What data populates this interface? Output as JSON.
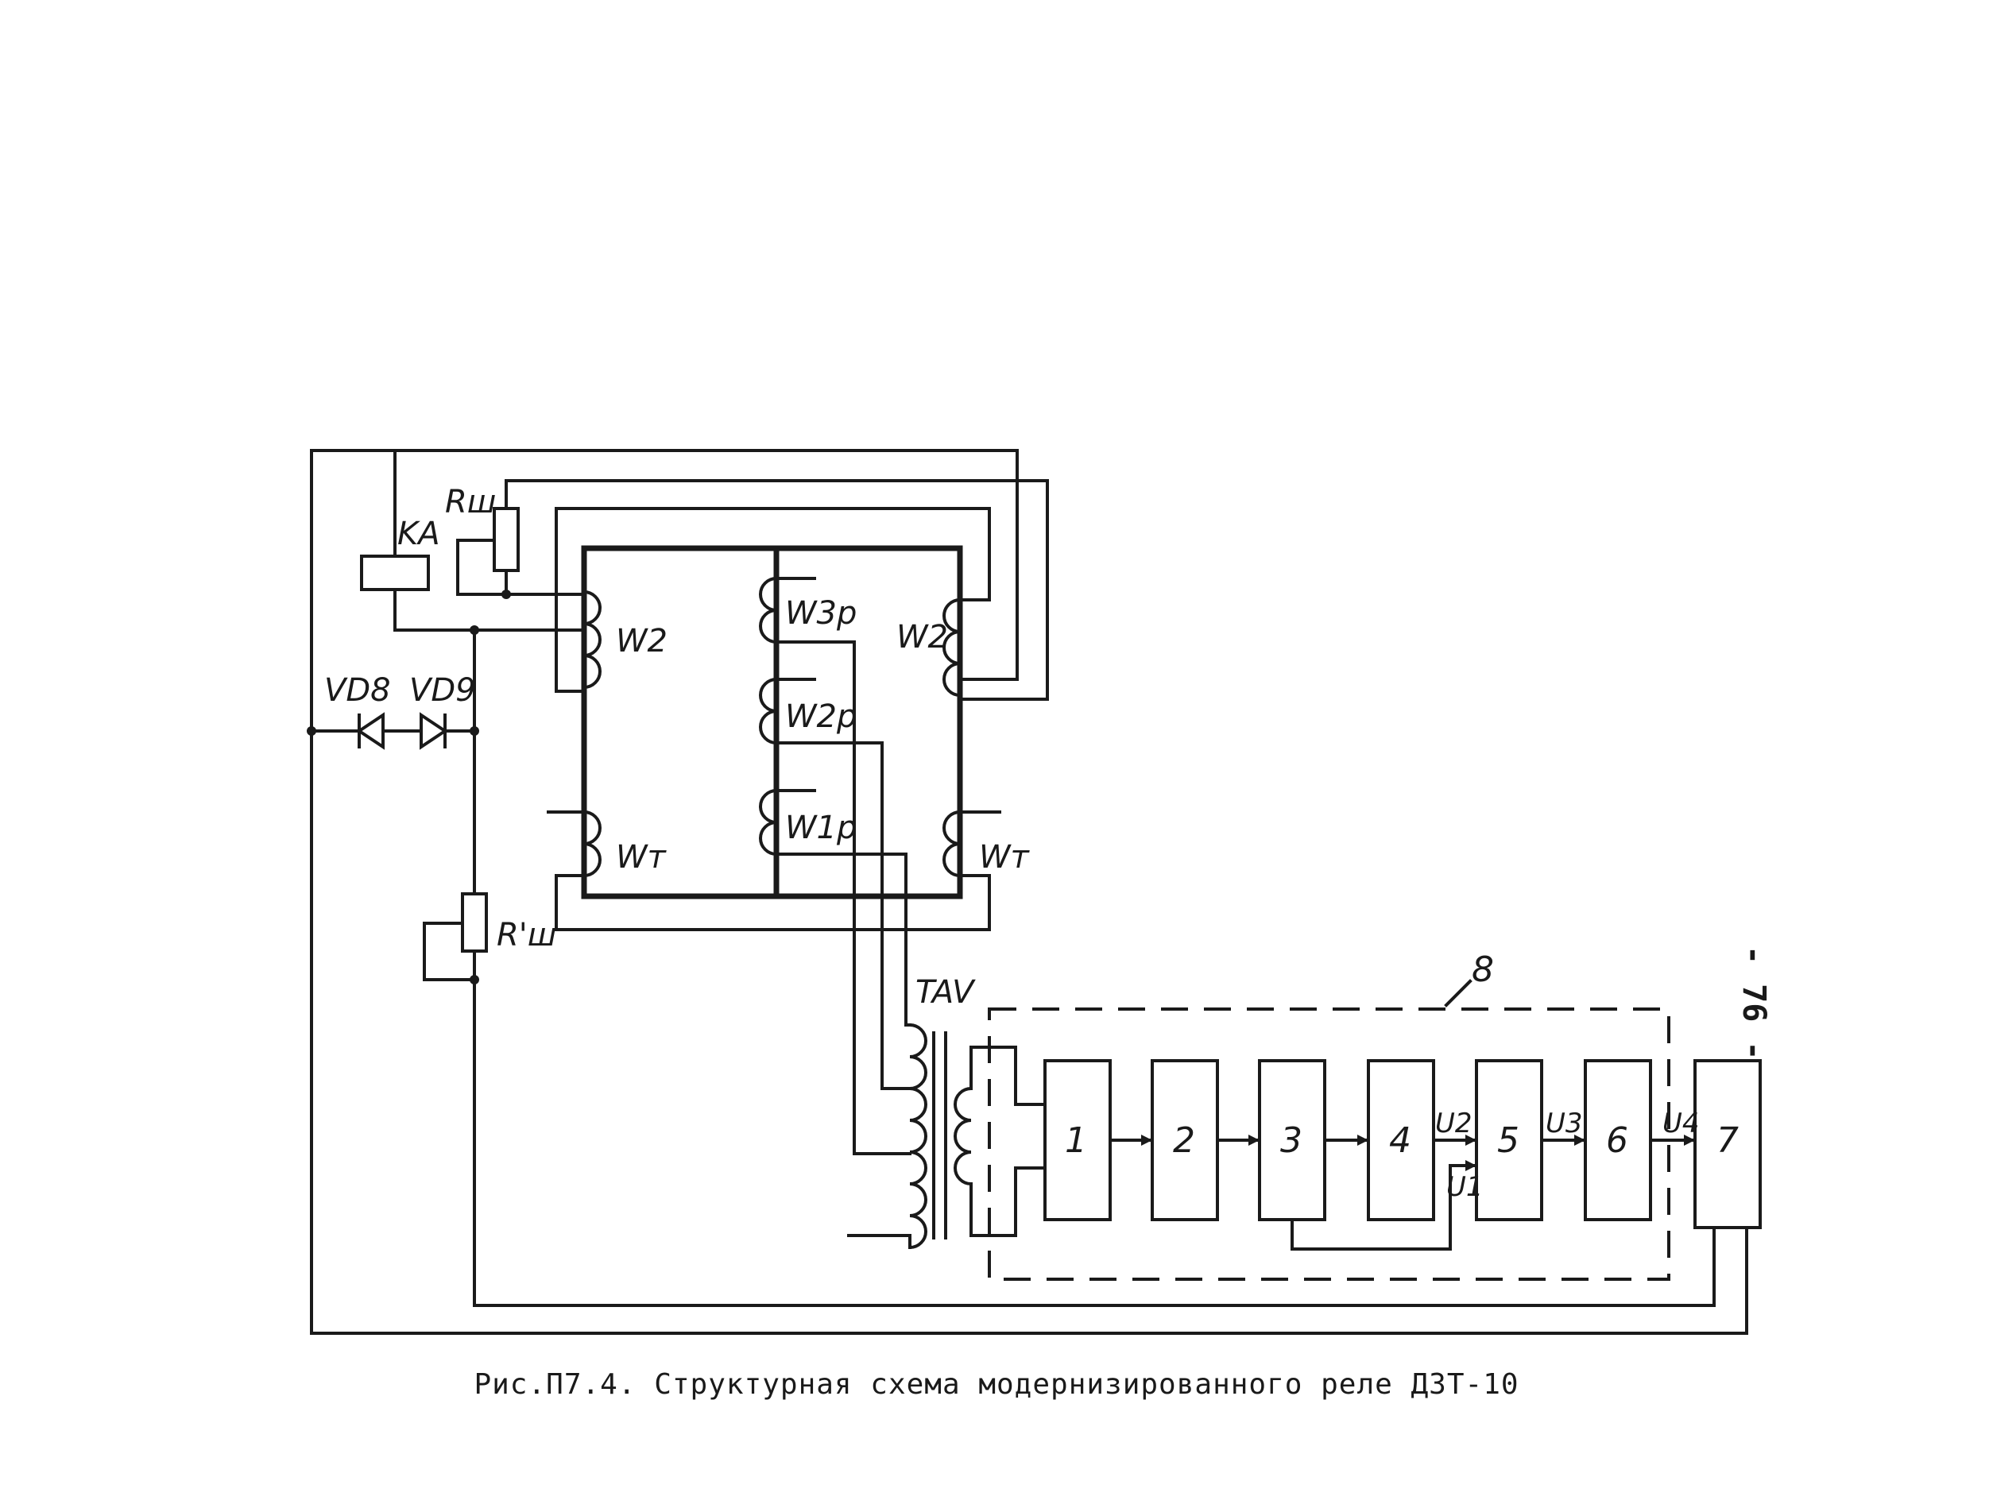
{
  "caption": "Рис.П7.4. Структурная схема модернизированного реле ДЗТ-10",
  "page_number": "- 76 -",
  "components": {
    "relay": "KA",
    "shunt_top": "Rш",
    "shunt_bottom": "R'ш",
    "diode_1": "VD8",
    "diode_2": "VD9",
    "winding_w2_left": "W2",
    "winding_w2_right": "W2",
    "winding_w3p": "W3p",
    "winding_w2p": "W2p",
    "winding_w1p": "W1p",
    "winding_wt_left": "Wт",
    "winding_wt_right": "Wт",
    "transformer": "TAV",
    "dashed_group": "8"
  },
  "blocks": [
    "1",
    "2",
    "3",
    "4",
    "5",
    "6",
    "7"
  ],
  "signals": {
    "u1": "U1",
    "u2": "U2",
    "u3": "U3",
    "u4": "U4"
  }
}
